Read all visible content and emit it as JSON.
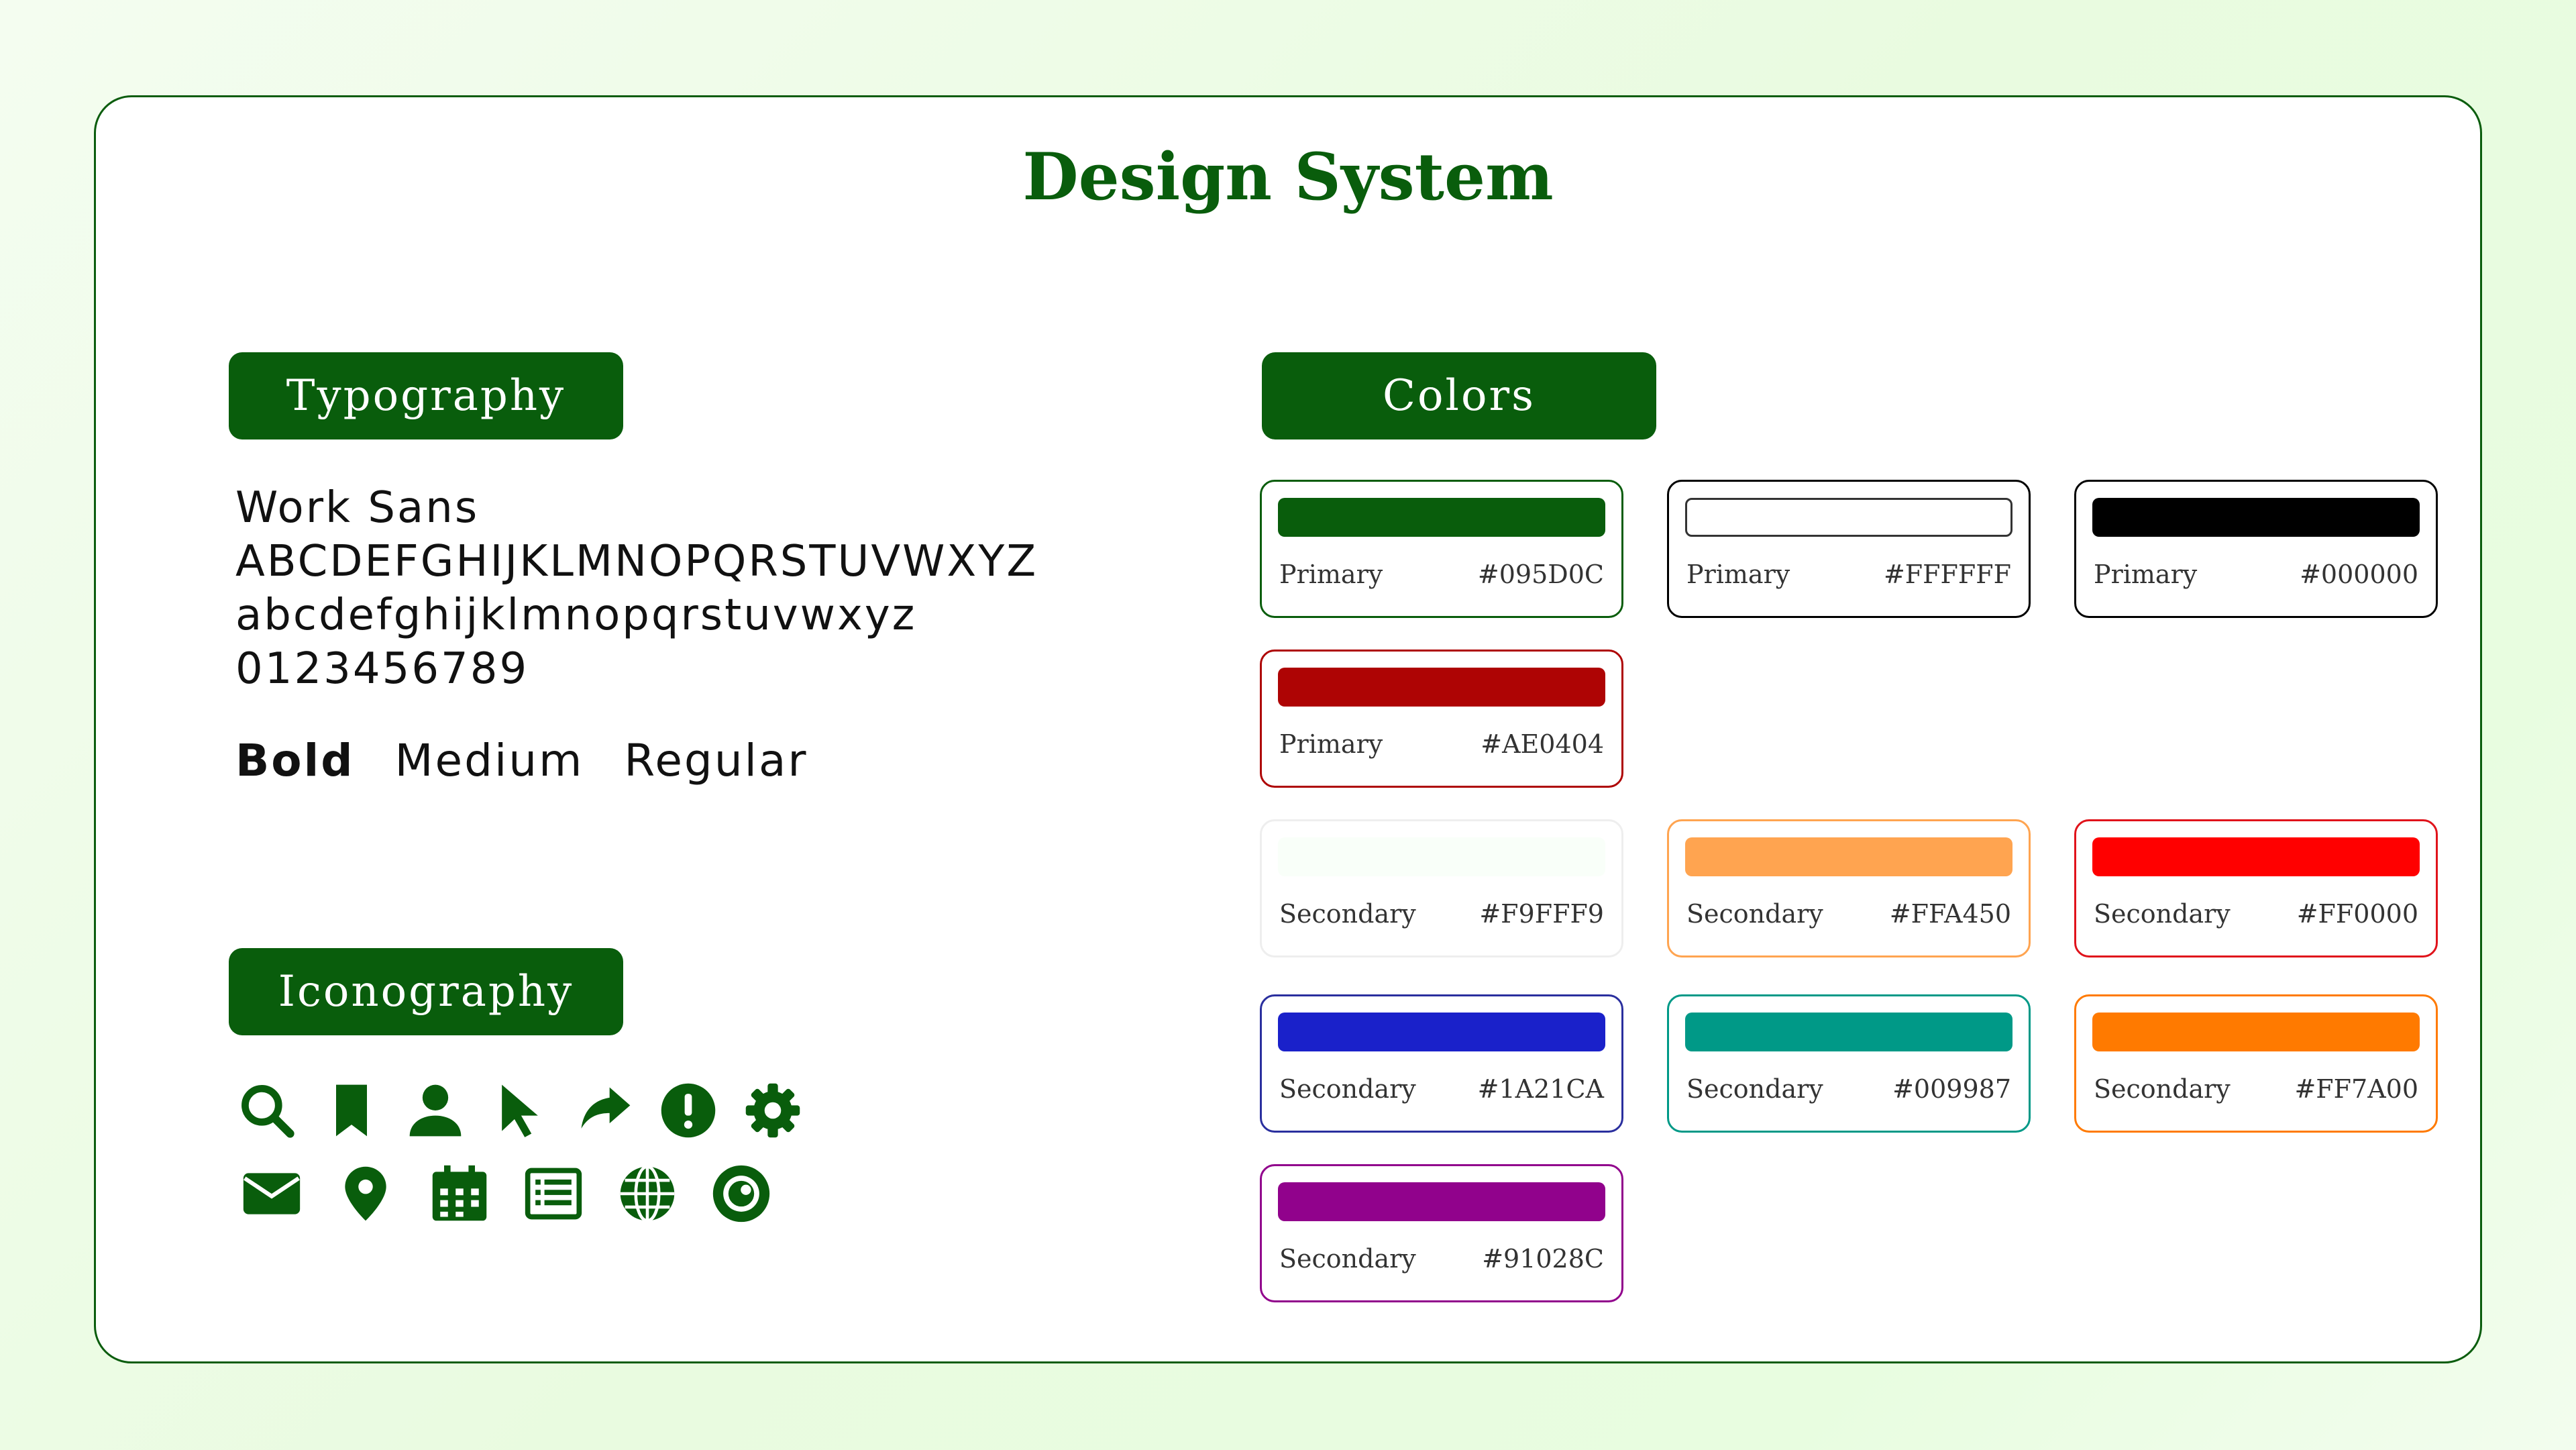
{
  "title": "Design System",
  "sections": {
    "typography": "Typography",
    "colors": "Colors",
    "iconography": "Iconography"
  },
  "typography": {
    "font_name": "Work Sans",
    "uppercase": "ABCDEFGHIJKLMNOPQRSTUVWXYZ",
    "lowercase": "abcdefghijklmnopqrstuvwxyz",
    "digits": "0123456789",
    "weights": [
      "Bold",
      "Medium",
      "Regular"
    ]
  },
  "icons": {
    "row1": [
      "search-icon",
      "bookmark-icon",
      "user-icon",
      "cursor-icon",
      "share-icon",
      "alert-icon",
      "gear-icon"
    ],
    "row2": [
      "mail-icon",
      "location-pin-icon",
      "calendar-icon",
      "list-icon",
      "globe-icon",
      "eye-icon"
    ],
    "color": "#095D0C"
  },
  "swatches": [
    {
      "label": "Primary",
      "hex": "#095D0C",
      "color": "#095D0C",
      "border": "#095D0C"
    },
    {
      "label": "Primary",
      "hex": "#FFFFFF",
      "color": "#FFFFFF",
      "border": "#000000"
    },
    {
      "label": "Primary",
      "hex": "#000000",
      "color": "#000000",
      "border": "#000000"
    },
    {
      "label": "Primary",
      "hex": "#AE0404",
      "color": "#AE0404",
      "border": "#AE0404"
    },
    {
      "label": "Secondary",
      "hex": "#F9FFF9",
      "color": "#F9FFF9",
      "border": "#EEEEEE"
    },
    {
      "label": "Secondary",
      "hex": "#FFA450",
      "color": "#FFA450",
      "border": "#FFA450"
    },
    {
      "label": "Secondary",
      "hex": "#FF0000",
      "color": "#FF0000",
      "border": "#E0131B"
    },
    {
      "label": "Secondary",
      "hex": "#1A21CA",
      "color": "#1A21CA",
      "border": "#2A2F9E"
    },
    {
      "label": "Secondary",
      "hex": "#009987",
      "color": "#009987",
      "border": "#009987"
    },
    {
      "label": "Secondary",
      "hex": "#FF7A00",
      "color": "#FF7A00",
      "border": "#FF7A00"
    },
    {
      "label": "Secondary",
      "hex": "#91028C",
      "color": "#91028C",
      "border": "#91028C"
    }
  ]
}
